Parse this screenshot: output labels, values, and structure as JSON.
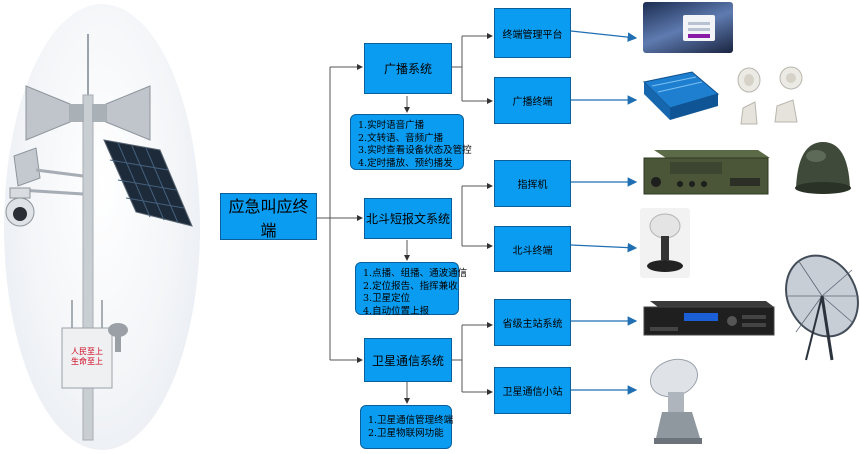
{
  "root": {
    "label": "应急叫应终端"
  },
  "systems": [
    {
      "label": "广播系统",
      "features": [
        "1.实时语音广播",
        "2.文转语、音频广播",
        "3.实时查看设备状态及管控",
        "4.定时播放、预约播发"
      ],
      "children": [
        "终端管理平台",
        "广播终端"
      ]
    },
    {
      "label": "北斗短报文系统",
      "features": [
        "1.点播、组播、通波通信",
        "2.定位报告、指挥兼收",
        "3.卫星定位",
        "4.自动位置上报"
      ],
      "children": [
        "指挥机",
        "北斗终端"
      ]
    },
    {
      "label": "卫星通信系统",
      "features": [
        "1.卫星通信管理终端",
        "2.卫星物联网功能"
      ],
      "children": [
        "省级主站系统",
        "卫星通信小站"
      ]
    }
  ],
  "pole_sign": [
    "人民至上",
    "生命至上"
  ],
  "colors": {
    "box_fill": "#0a9cf0",
    "box_border": "#0a5f9c",
    "line": "#555555",
    "arrow": "#1f6fb2"
  },
  "icons": [
    "login-screen-icon",
    "broadcast-device-icon",
    "horn-speakers-icon",
    "command-machine-icon",
    "dome-antenna-icon",
    "beidou-terminal-icon",
    "rack-server-icon",
    "dish-antenna-icon",
    "satellite-station-icon",
    "emergency-pole-icon"
  ]
}
